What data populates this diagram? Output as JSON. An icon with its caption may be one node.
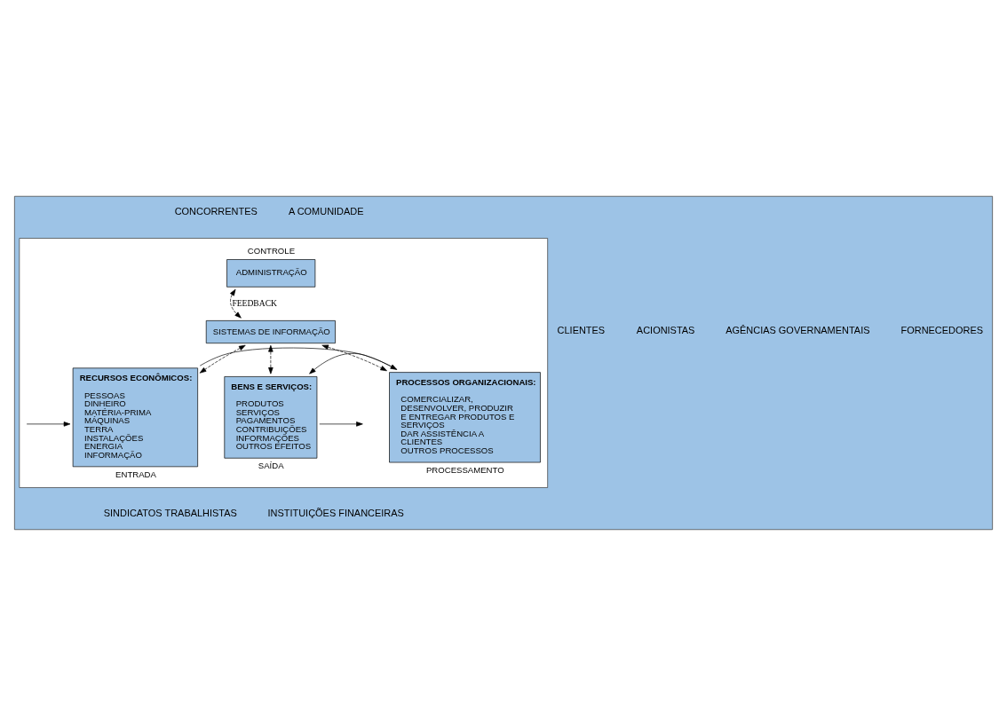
{
  "diagram": {
    "nodes": [
      {
        "text": [],
        "shape": "box"
      },
      {
        "text": [],
        "shape": "box",
        "in": 0
      },
      {
        "text": [
          "CONTROLE",
          "ADMINISTRAÇÃO"
        ],
        "in": 1
      },
      {
        "text": [
          "SISTEMAS DE INFORMAÇÃO"
        ],
        "in": 1
      },
      {
        "text": [
          "RECURSOS ECONÔMICOS:",
          "PESSOAS",
          "DINHEIRO",
          "MATÉRIA-PRIMA",
          "MÁQUINAS",
          "TERRA",
          "INSTALAÇÕES",
          "ENERGIA",
          "INFORMAÇÃO"
        ],
        "beside": [
          "ENTRADA"
        ],
        "in": 1
      },
      {
        "text": [
          "PROCESSOS ORGANIZACIONAIS:",
          "COMERCIALIZAR, DESENVOLVER, PRODUZIR E ENTREGAR PRODUTOS E SERVIÇOS",
          "DAR ASSISTÊNCIA A CLIENTES",
          "OUTROS PROCESSOS"
        ],
        "beside": [
          "PROCESSAMENTO"
        ],
        "in": 1
      },
      {
        "text": [
          "BENS E SERVIÇOS:",
          "PRODUTOS",
          "SERVIÇOS",
          "PAGAMENTOS",
          "CONTRIBUIÇÕES",
          "INFORMAÇÕES",
          "OUTROS EFEITOS"
        ],
        "beside": [
          "SAÍDA"
        ],
        "in": 1
      }
    ],
    "edges": [
      {
        "from": 2,
        "to": 3,
        "arrow": "both",
        "style": "dashed",
        "label": "FEEDBACK"
      },
      {
        "from": 3,
        "to": 4,
        "arrow": "both",
        "style": "dashed"
      },
      {
        "from": 3,
        "to": 5,
        "arrow": "both",
        "style": "dashed"
      },
      {
        "from": 3,
        "to": 6,
        "arrow": "both",
        "style": "dashed"
      },
      {
        "from": null,
        "to": 4,
        "arrow": "to"
      },
      {
        "from": 4,
        "to": 5,
        "arrow": "to"
      },
      {
        "from": 5,
        "to": 6,
        "arrow": "to"
      },
      {
        "from": 6,
        "to": null,
        "arrow": "to"
      }
    ],
    "labels": [
      "A COMUNIDADE",
      "CONCORRENTES",
      "AGÊNCIAS GOVERNAMENTAIS",
      "CLIENTES",
      "FORNECEDORES",
      "ACIONISTAS",
      "INSTITUIÇÕES FINANCEIRAS",
      "SINDICATOS TRABALHISTAS"
    ]
  }
}
